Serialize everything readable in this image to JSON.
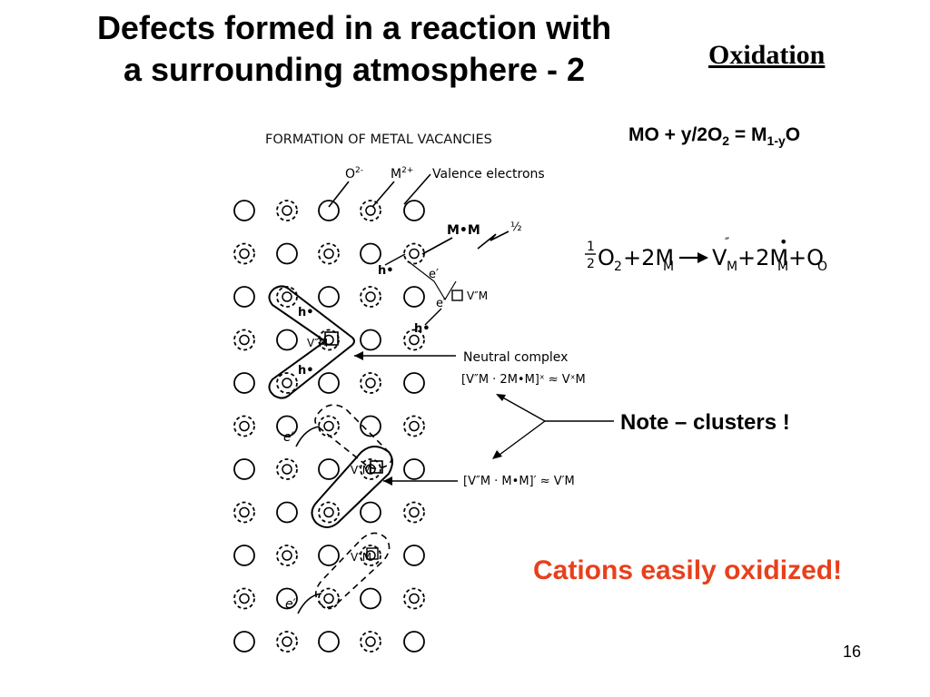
{
  "slide": {
    "title_line1": "Defects formed in a reaction with",
    "title_line2": "a surrounding atmosphere - 2",
    "topic": "Oxidation",
    "reaction": {
      "left": "MO + y/2O",
      "sub1": "2",
      "mid": " = M",
      "sub2": "1-y",
      "right": "O"
    },
    "note": "Note – clusters !",
    "highlight": "Cations easily oxidized!",
    "highlight_color": "#e8401c",
    "page_number": "16"
  },
  "figure": {
    "heading": "FORMATION OF METAL VACANCIES",
    "label_oxygen": "O",
    "label_oxygen_charge": "2-",
    "label_metal": "M",
    "label_metal_charge": "2+",
    "label_valence": "Valence electrons",
    "label_neutral_complex": "Neutral complex",
    "label_complex_formula": "[V″M · 2M•M]ˣ ≈ VˣM",
    "label_complex2_formula": "[V″M · M•M]′ ≈ V′M",
    "label_vacancy": "V″M",
    "label_hole": "h•",
    "label_electron": "e′",
    "label_mh": "M•M",
    "label_half_o2": "½",
    "equation": "½O₂ + 2M_M → V″_M + 2M•_M + O_O"
  }
}
